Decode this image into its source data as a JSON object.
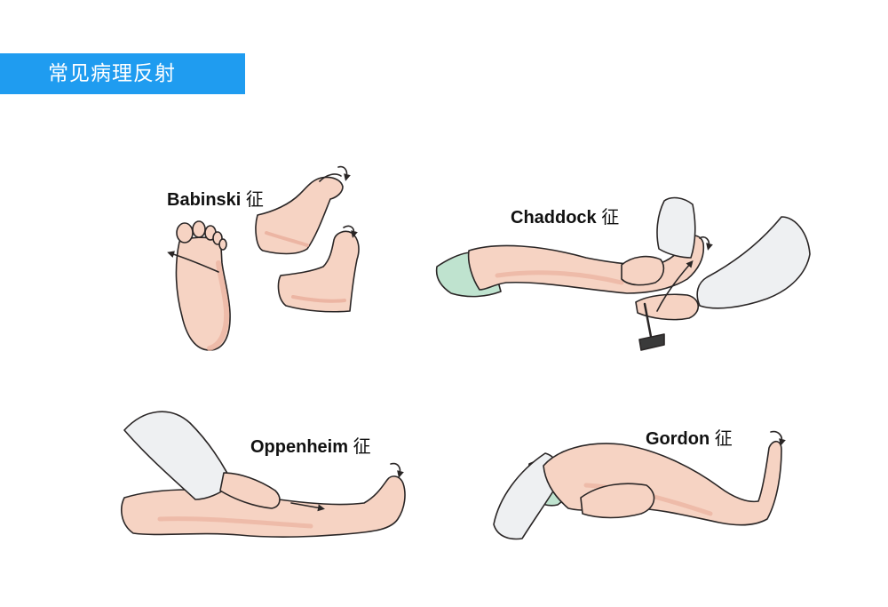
{
  "header": {
    "title": "常见病理反射"
  },
  "signs": [
    {
      "name": "Babinski",
      "suffix": "征"
    },
    {
      "name": "Chaddock",
      "suffix": "征"
    },
    {
      "name": "Oppenheim",
      "suffix": "征"
    },
    {
      "name": "Gordon",
      "suffix": "征"
    }
  ],
  "colors": {
    "banner": "#1f9cf0",
    "skin": "#f6d3c3",
    "skin_shadow": "#ecb5a3",
    "coat": "#eef0f2",
    "drape": "#bfe3cf",
    "outline": "#2a2626"
  },
  "icons": [
    "toe-flex-arrow-icon",
    "stroke-arrow-icon",
    "reflex-hammer-icon"
  ]
}
